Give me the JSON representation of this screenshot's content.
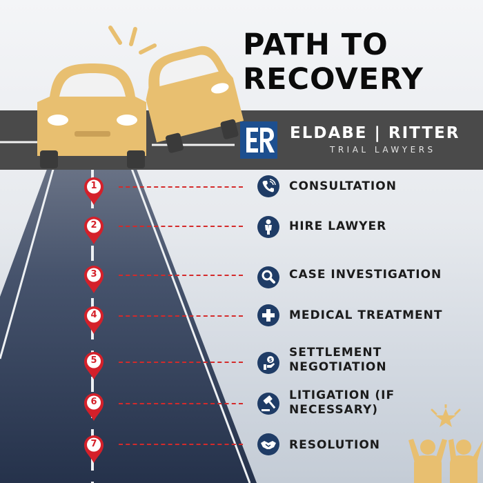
{
  "title": {
    "line1": "PATH TO",
    "line2": "RECOVERY"
  },
  "brand": {
    "name": "ELDABE | RITTER",
    "subtitle": "TRIAL LAWYERS"
  },
  "steps": [
    {
      "number": "1",
      "label": "CONSULTATION",
      "icon": "phone-icon"
    },
    {
      "number": "2",
      "label": "HIRE LAWYER",
      "icon": "person-icon"
    },
    {
      "number": "3",
      "label": "CASE INVESTIGATION",
      "icon": "magnifier-icon"
    },
    {
      "number": "4",
      "label": "MEDICAL TREATMENT",
      "icon": "medical-cross-icon"
    },
    {
      "number": "5",
      "label": "SETTLEMENT NEGOTIATION",
      "icon": "money-hand-icon"
    },
    {
      "number": "6",
      "label": "LITIGATION (IF NECESSARY)",
      "icon": "gavel-icon"
    },
    {
      "number": "7",
      "label": "RESOLUTION",
      "icon": "handshake-icon"
    }
  ],
  "colors": {
    "road": "#2b3a55",
    "band": "#4a4a4a",
    "car": "#e8bf70",
    "pin": "#d4202a",
    "icon_bg": "#1f3c66",
    "logo_blue": "#1d4f8f"
  }
}
